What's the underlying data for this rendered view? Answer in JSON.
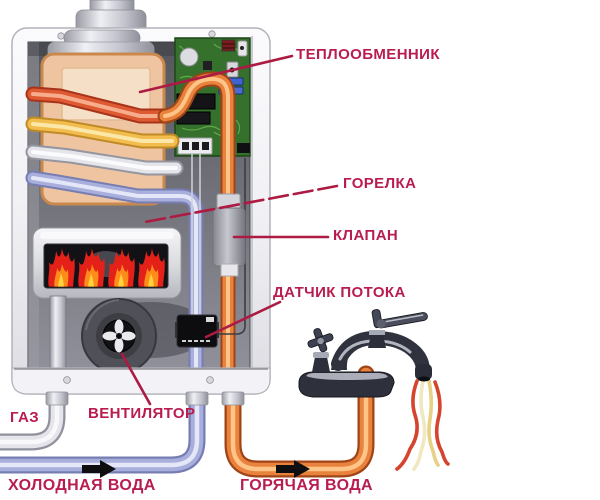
{
  "labels": {
    "heat_exchanger": "ТЕПЛООБМЕННИК",
    "burner": "ГОРЕЛКА",
    "valve": "КЛАПАН",
    "flow_sensor": "ДАТЧИК ПОТОКА",
    "fan": "ВЕНТИЛЯТОР",
    "gas": "ГАЗ",
    "cold_water": "ХОЛОДНАЯ ВОДА",
    "hot_water": "ГОРЯЧАЯ ВОДА"
  },
  "colors": {
    "label_text": "#b91c4f",
    "leader_line": "#ad1a42",
    "hot_pipe": "#e8823c",
    "cold_pipe": "#a9afdc",
    "gas_pipe": "#e4e4ea",
    "red_coil": "#de5a33",
    "yellow_coil": "#f2bc4e",
    "white_coil": "#e4e5ea",
    "pcb_green": "#35702c",
    "tank": "#efc4a1",
    "flame_red": "#e32119",
    "flame_orange": "#ff8c1a",
    "flame_yellow": "#ffd23e",
    "arrow": "#0e0e10"
  },
  "components": [
    "flue",
    "heater-case",
    "heat-exchanger-tank",
    "coil-pipes",
    "circuit-board",
    "burner",
    "flames",
    "fan",
    "valve",
    "flow-sensor",
    "faucet",
    "water-streams",
    "cold-flow-arrow",
    "hot-flow-arrow"
  ]
}
